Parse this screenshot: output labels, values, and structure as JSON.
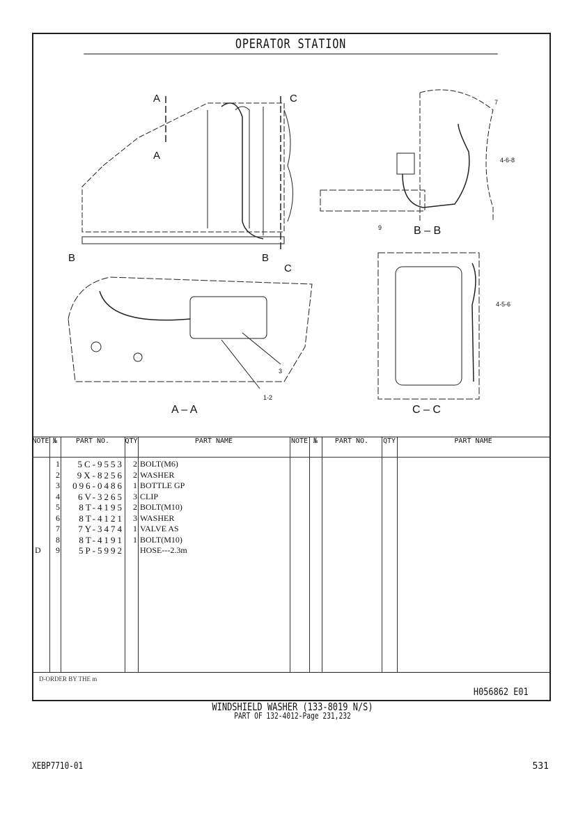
{
  "header": {
    "title": "OPERATOR STATION"
  },
  "drawing": {
    "section_markers": {
      "a": "A",
      "b": "B",
      "c": "C"
    },
    "view_labels": {
      "aa": "A – A",
      "bb": "B – B",
      "cc": "C – C"
    },
    "callouts": {
      "c7": "7",
      "c468": "4-6-8",
      "c9": "9",
      "c456": "4-5-6",
      "c3": "3",
      "c12": "1-2"
    }
  },
  "table": {
    "headers": {
      "note": "NOTE",
      "no": "№",
      "part_no": "PART NO.",
      "qty": "QTY",
      "part_name": "PART NAME"
    },
    "rows": [
      {
        "note": "",
        "no": "1",
        "part_no": "5C-9553",
        "qty": "2",
        "part_name": "BOLT(M6)"
      },
      {
        "note": "",
        "no": "2",
        "part_no": "9X-8256",
        "qty": "2",
        "part_name": "WASHER"
      },
      {
        "note": "",
        "no": "3",
        "part_no": "096-0486",
        "qty": "1",
        "part_name": "BOTTLE GP"
      },
      {
        "note": "",
        "no": "4",
        "part_no": "6V-3265",
        "qty": "3",
        "part_name": "CLIP"
      },
      {
        "note": "",
        "no": "5",
        "part_no": "8T-4195",
        "qty": "2",
        "part_name": "BOLT(M10)"
      },
      {
        "note": "",
        "no": "6",
        "part_no": "8T-4121",
        "qty": "3",
        "part_name": "WASHER"
      },
      {
        "note": "",
        "no": "7",
        "part_no": "7Y-3474",
        "qty": "1",
        "part_name": "VALVE AS"
      },
      {
        "note": "",
        "no": "8",
        "part_no": "8T-4191",
        "qty": "1",
        "part_name": "BOLT(M10)"
      },
      {
        "note": "D",
        "no": "9",
        "part_no": "5P-5992",
        "qty": "",
        "part_name": "HOSE---2.3m"
      }
    ],
    "footnote": "D-ORDER BY THE m",
    "reference": "H056862  E01"
  },
  "caption": {
    "title": "WINDSHIELD WASHER (133-8019 N/S)",
    "subtitle": "PART OF 132-4012-Page 231,232"
  },
  "footer": {
    "doc_id": "XEBP7710-01",
    "page": "531"
  }
}
